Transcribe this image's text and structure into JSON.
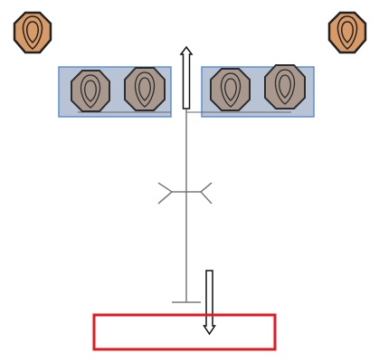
{
  "colors": {
    "background": "#ffffff",
    "corner_target_fill": "#d89a66",
    "corner_target_stroke": "#222222",
    "panel_fill": "#b8c4d6",
    "panel_stroke": "#5b8fd0",
    "panel_target_fill": "#a8988d",
    "panel_target_stroke": "#2d2d2d",
    "line": "#7a7a7a",
    "arrow_fill": "#ffffff",
    "arrow_stroke": "#111111",
    "zone_stroke": "#e01a22"
  },
  "icons": {
    "corner_target": "octagon-target-icon",
    "panel_target": "octagon-target-icon",
    "arrow_up": "hollow-arrow-up-icon",
    "arrow_down": "hollow-arrow-down-icon"
  },
  "elements": {
    "corner_targets_count": 2,
    "panels_count": 2,
    "targets_per_panel": 2,
    "zone_box": "red-rectangle"
  }
}
